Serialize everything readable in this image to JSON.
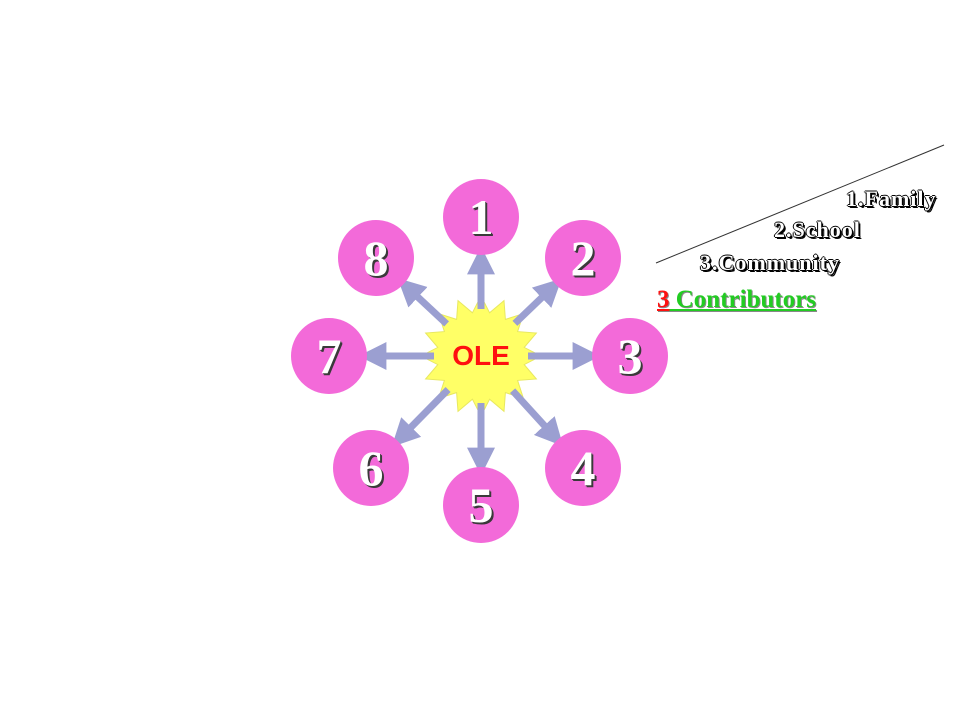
{
  "diagram": {
    "center": {
      "label": "OLE",
      "fill": "#ffff66",
      "label_color": "#ff1010"
    },
    "nodes": [
      {
        "label": "1"
      },
      {
        "label": "2"
      },
      {
        "label": "3"
      },
      {
        "label": "4"
      },
      {
        "label": "5"
      },
      {
        "label": "6"
      },
      {
        "label": "7"
      },
      {
        "label": "8"
      }
    ],
    "node_color": "#f36ad9",
    "arrow_color": "#9b9fd1"
  },
  "contributors_list": [
    "1.Family",
    "2.School",
    "3.Community"
  ],
  "contributors_heading": {
    "count": "3",
    "text": " Contributors",
    "count_color": "#ff1010",
    "text_color": "#22cc22"
  }
}
